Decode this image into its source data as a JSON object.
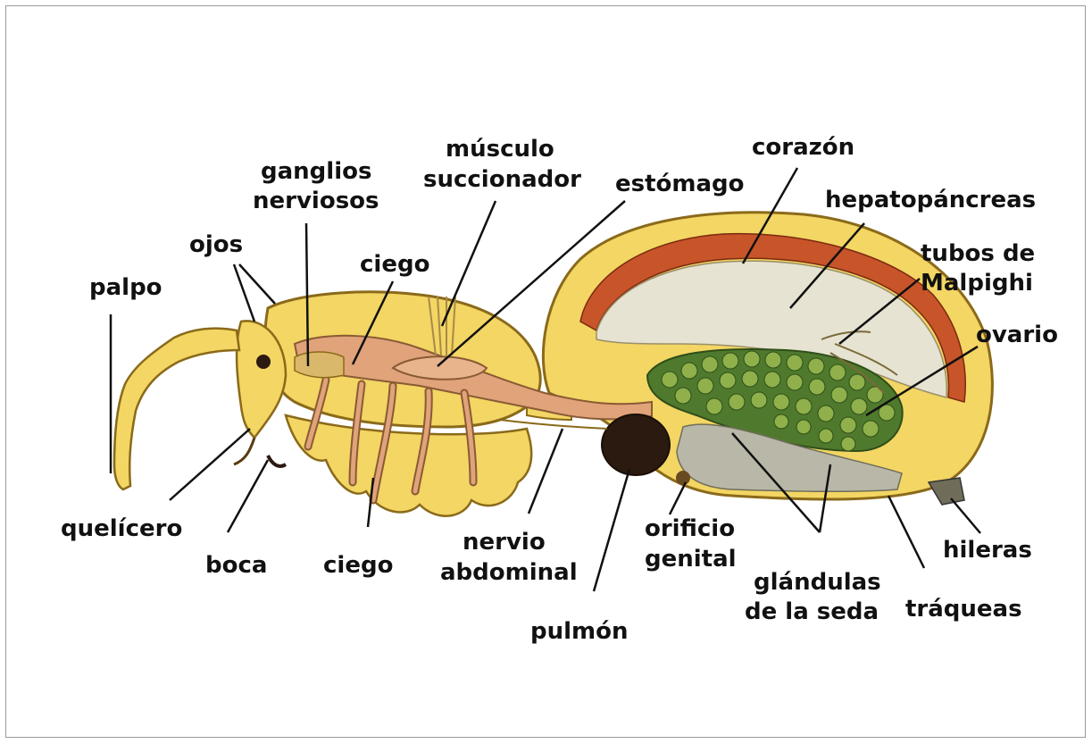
{
  "labels": {
    "palpo": "palpo",
    "ojos": "ojos",
    "ganglios_1": "ganglios",
    "ganglios_2": "nerviosos",
    "musculo_1": "músculo",
    "musculo_2": "succionador",
    "ciego_top": "ciego",
    "estomago": "estómago",
    "corazon": "corazón",
    "hepatopancreas": "hepatopáncreas",
    "tubos_1": "tubos de",
    "tubos_2": "Malpighi",
    "ovario": "ovario",
    "quelicero": "quelícero",
    "boca": "boca",
    "ciego_bottom": "ciego",
    "nervio_1": "nervio",
    "nervio_2": "abdominal",
    "orificio_1": "orificio",
    "orificio_2": "genital",
    "pulmon": "pulmón",
    "glandulas_1": "glándulas",
    "glandulas_2": "de la seda",
    "traqueas": "tráqueas",
    "hileras": "hileras"
  },
  "colors": {
    "body_yellow": "#f3d663",
    "body_outline": "#8a6a1a",
    "gut_pink": "#e0a37a",
    "heart_red": "#c8542a",
    "hepato_gray": "#e6e3d2",
    "ovary_green": "#4f7a2e",
    "egg_green": "#8fb04a",
    "lung_dark": "#2a1a10",
    "silk_gray": "#b9b8a8"
  }
}
